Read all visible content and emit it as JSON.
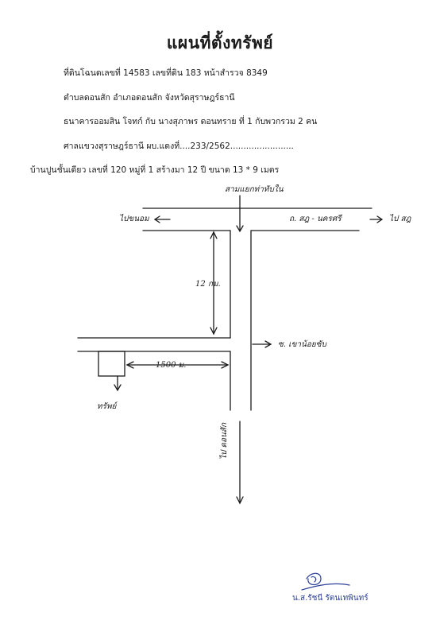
{
  "document": {
    "title": "แผนที่ตั้งทรัพย์",
    "lines": [
      "ที่ดินโฉนดเลขที่  14583  เลขที่ดิน  183  หน้าสำรวจ  8349",
      "ตำบลดอนสัก  อำเภอดอนสัก  จังหวัดสุราษฎร์ธานี",
      "ธนาคารออมสิน  โจทก์ กับ  นางสุภาพร  ดอนทราย  ที่  1  กับพวกรวม  2  คน",
      "ศาลแขวงสุราษฎร์ธานี  ผบ.แดงที่....233/2562........................",
      "บ้านปูนชั้นเดียว  เลขที่ 120 หมู่ที่ 1 สร้างมา 12 ปี  ขนาด 13 *  9  เมตร"
    ]
  },
  "map": {
    "labels": {
      "junction": "สามแยกท่าทับใน",
      "to_left": "ไปขนอม",
      "road_right": "ถ. สฎ - นครศรี",
      "to_right": "ไป สฎ",
      "distance_vertical": "12 กม.",
      "side_road": "ซ. เขาน้อยซับ",
      "distance_horizontal": "1500 ม.",
      "property": "ทรัพย์",
      "to_bottom": "ไป ดอนสัก"
    }
  },
  "signature": {
    "name": "น.ส.รัชนี  รัตนเทพินทร์"
  },
  "colors": {
    "ink": "#1a1a1a",
    "signature_ink": "#2b3f9a"
  }
}
